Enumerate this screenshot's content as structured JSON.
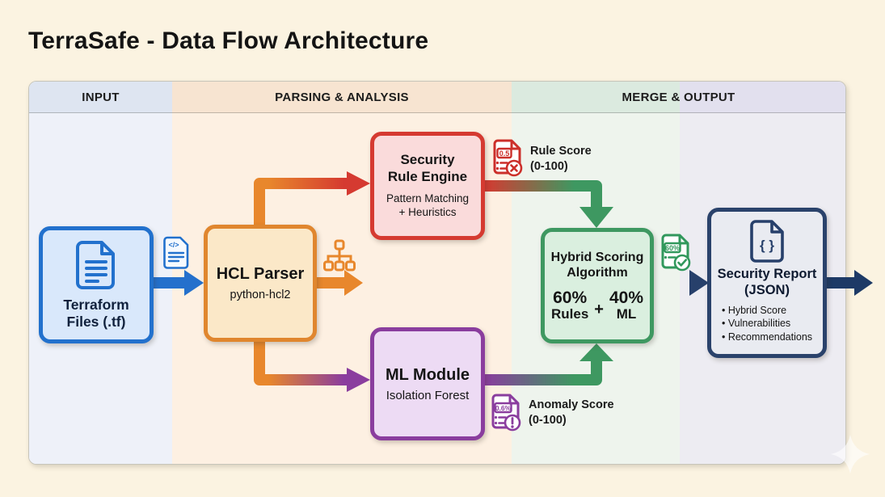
{
  "title": "TerraSafe - Data Flow Architecture",
  "columns": {
    "input": "INPUT",
    "parsing": "PARSING & ANALYSIS",
    "merge": "MERGE & OUTPUT"
  },
  "nodes": {
    "terraform": {
      "label_line1": "Terraform",
      "label_line2": "Files (.tf)"
    },
    "hcl_parser": {
      "title": "HCL Parser",
      "subtitle": "python-hcl2"
    },
    "rule_engine": {
      "title_line1": "Security",
      "title_line2": "Rule Engine",
      "subtitle_line1": "Pattern Matching",
      "subtitle_line2": "+ Heuristics"
    },
    "ml_module": {
      "title": "ML Module",
      "subtitle": "Isolation Forest"
    },
    "hybrid": {
      "title_line1": "Hybrid Scoring",
      "title_line2": "Algorithm",
      "left_pct": "60%",
      "left_label": "Rules",
      "plus": "+",
      "right_pct": "40%",
      "right_label": "ML"
    },
    "report": {
      "title_line1": "Security Report",
      "title_line2": "(JSON)",
      "icon_glyph": "{ }",
      "bullets": [
        "Hybrid Score",
        "Vulnerabilities",
        "Recommendations"
      ]
    }
  },
  "annotations": {
    "rule_score": {
      "badge": "0.5",
      "label": "Rule Score",
      "range": "(0-100)"
    },
    "anomaly_score": {
      "badge": "0.6%",
      "label": "Anomaly Score",
      "range": "(0-100)"
    },
    "hybrid_badge": "60%",
    "code_glyph": "</>"
  },
  "colors": {
    "page_bg": "#fbf3e1",
    "blue": "#2271cd",
    "orange": "#e0862e",
    "red": "#d53a31",
    "purple": "#8a3d9e",
    "green": "#3e9861",
    "navy": "#1d3a66",
    "input_body": "#eef1f9",
    "parsing_body": "#fdf0e2",
    "merge_green_body": "#eef4ed",
    "merge_lavender_body": "#edecf2"
  }
}
